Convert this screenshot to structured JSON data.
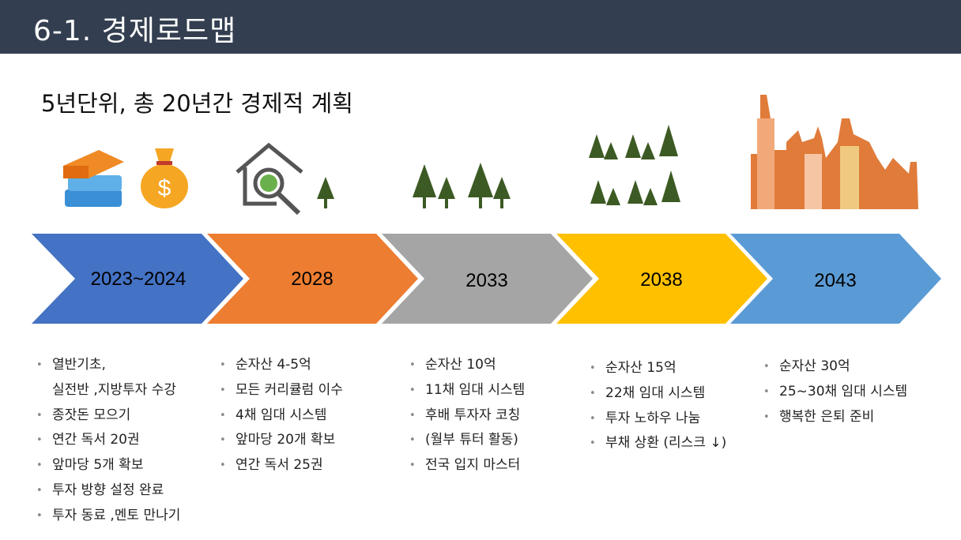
{
  "header": {
    "title": "6-1. 경제로드맵"
  },
  "subtitle": "5년단위, 총 20년간 경제적 계획",
  "colors": {
    "header": "#333f50",
    "stage1": "#4472c4",
    "stage2": "#ed7d31",
    "stage3": "#a5a5a5",
    "stage4": "#ffc000",
    "stage5": "#5b9bd5",
    "tree": "#3c5a23"
  },
  "stages": [
    {
      "year": "2023~2024",
      "items": [
        "열반기초,",
        "실전반 ,지방투자 수강",
        "종잣돈 모으기",
        "연간 독서 20권",
        "앞마당 5개 확보",
        "투자 방향 설정 완료",
        "투자 동료 ,멘토 만나기"
      ]
    },
    {
      "year": "2028",
      "items": [
        "순자산 4-5억",
        "모든 커리큘럼 이수",
        "4채 임대 시스템",
        "앞마당 20개 확보",
        "연간 독서 25권"
      ]
    },
    {
      "year": "2033",
      "items": [
        "순자산 10억",
        "11채 임대 시스템",
        "후배 투자자 코칭",
        "(월부 튜터 활동)",
        "전국 입지 마스터"
      ]
    },
    {
      "year": "2038",
      "items": [
        "순자산 15억",
        "22채 임대 시스템",
        "투자 노하우 나눔",
        "부채 상환 (리스크 ↓)"
      ]
    },
    {
      "year": "2043",
      "items": [
        "순자산 30억",
        "25~30채 임대 시스템",
        "행복한 은퇴 준비"
      ]
    }
  ]
}
